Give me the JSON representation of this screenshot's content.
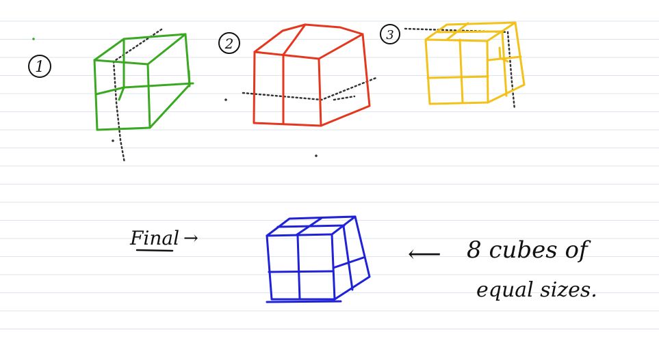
{
  "page": {
    "rule_line_color": "#dbe4ef",
    "ink_color": "#111111"
  },
  "steps": [
    {
      "number": "1",
      "color": "#3aa821"
    },
    {
      "number": "2",
      "color": "#e4371e"
    },
    {
      "number": "3",
      "color": "#f2c21a"
    }
  ],
  "final": {
    "label": "Final",
    "arrow": "→",
    "color": "#1f22d6"
  },
  "note": {
    "arrow": "⟵",
    "line1": "8 cubes of",
    "line2": "equal sizes."
  },
  "cut_line_style": "dotted"
}
